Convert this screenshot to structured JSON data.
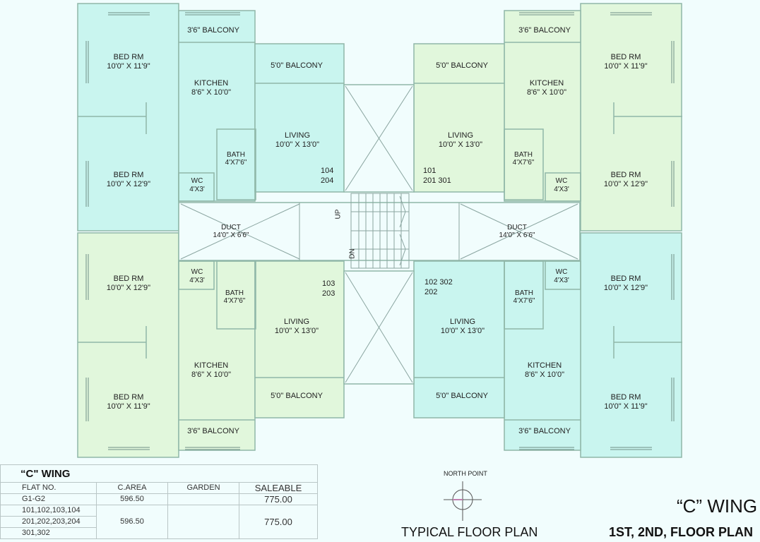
{
  "colors": {
    "background": "#f1fdfd",
    "flat_cyan": "#c9f5ef",
    "flat_green": "#e1f7dc",
    "wall": "#8fb7a8",
    "core": "#f1fdfd"
  },
  "flats": {
    "top_left": {
      "bed1": {
        "name": "BED RM",
        "size": "10'0\" X 11'9\""
      },
      "bed2": {
        "name": "BED RM",
        "size": "10'0\" X 12'9\""
      },
      "balcony_small": {
        "name": "3'6\" BALCONY"
      },
      "balcony_large": {
        "name": "5'0\" BALCONY"
      },
      "kitchen": {
        "name": "KITCHEN",
        "size": "8'6\" X 10'0\""
      },
      "living": {
        "name": "LIVING",
        "size": "10'0\" X 13'0\""
      },
      "bath": {
        "name": "BATH",
        "size": "4'X7'6\""
      },
      "wc": {
        "name": "WC",
        "size": "4'X3'"
      },
      "flat_numbers": [
        "104",
        "204"
      ]
    },
    "top_right": {
      "bed1": {
        "name": "BED RM",
        "size": "10'0\" X 11'9\""
      },
      "bed2": {
        "name": "BED RM",
        "size": "10'0\" X 12'9\""
      },
      "balcony_small": {
        "name": "3'6\" BALCONY"
      },
      "balcony_large": {
        "name": "5'0\" BALCONY"
      },
      "kitchen": {
        "name": "KITCHEN",
        "size": "8'6\" X 10'0\""
      },
      "living": {
        "name": "LIVING",
        "size": "10'0\" X 13'0\""
      },
      "bath": {
        "name": "BATH",
        "size": "4'X7'6\""
      },
      "wc": {
        "name": "WC",
        "size": "4'X3'"
      },
      "flat_numbers": [
        "101",
        "201 301"
      ]
    },
    "bottom_left": {
      "bed1": {
        "name": "BED RM",
        "size": "10'0\" X 12'9\""
      },
      "bed2": {
        "name": "BED RM",
        "size": "10'0\" X 11'9\""
      },
      "balcony_small": {
        "name": "3'6\" BALCONY"
      },
      "balcony_large": {
        "name": "5'0\" BALCONY"
      },
      "kitchen": {
        "name": "KITCHEN",
        "size": "8'6\" X 10'0\""
      },
      "living": {
        "name": "LIVING",
        "size": "10'0\" X 13'0\""
      },
      "bath": {
        "name": "BATH",
        "size": "4'X7'6\""
      },
      "wc": {
        "name": "WC",
        "size": "4'X3'"
      },
      "flat_numbers": [
        "103",
        "203"
      ]
    },
    "bottom_right": {
      "bed1": {
        "name": "BED RM",
        "size": "10'0\" X 12'9\""
      },
      "bed2": {
        "name": "BED RM",
        "size": "10'0\" X 11'9\""
      },
      "balcony_small": {
        "name": "3'6\" BALCONY"
      },
      "balcony_large": {
        "name": "5'0\" BALCONY"
      },
      "kitchen": {
        "name": "KITCHEN",
        "size": "8'6\" X 10'0\""
      },
      "living": {
        "name": "LIVING",
        "size": "10'0\" X 13'0\""
      },
      "bath": {
        "name": "BATH",
        "size": "4'X7'6\""
      },
      "wc": {
        "name": "WC",
        "size": "4'X3'"
      },
      "flat_numbers": [
        "102 302",
        "202"
      ]
    }
  },
  "core": {
    "duct_left": {
      "name": "DUCT",
      "size": "14'0\" X 6'6\""
    },
    "duct_right": {
      "name": "DUCT",
      "size": "14'0\" X 6'6\""
    },
    "stair_up": "UP",
    "stair_down": "DN"
  },
  "area_table": {
    "title": "“C\" WING",
    "headers": [
      "FLAT NO.",
      "C.AREA",
      "GARDEN",
      "SALEABLE"
    ],
    "rows": [
      {
        "flat": "G1-G2",
        "carea": "596.50",
        "garden": "",
        "saleable": "775.00"
      },
      {
        "flat_lines": [
          "101,102,103,104",
          "201,202,203,204",
          "301,302"
        ],
        "carea": "596.50",
        "garden": "",
        "saleable": "775.00"
      }
    ]
  },
  "north_point": {
    "label": "NORTH POINT"
  },
  "titles": {
    "typical": "TYPICAL FLOOR PLAN",
    "wing": "“C” WING",
    "floors": "1ST, 2ND, FLOOR PLAN"
  }
}
